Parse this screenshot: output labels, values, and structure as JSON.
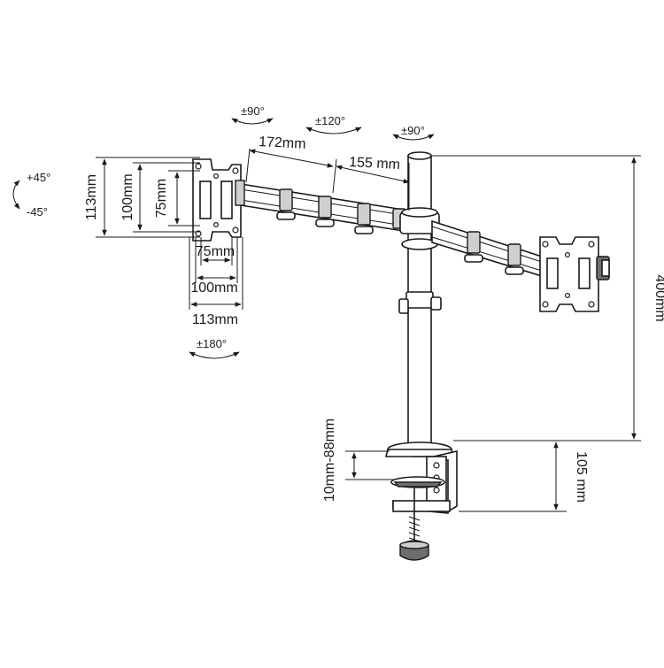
{
  "dimensions": {
    "arm_segment_1": "172mm",
    "arm_segment_2": "155 mm",
    "pole_height": "400mm",
    "clamp_height": "105 mm",
    "desk_thickness": "10mm-88mm",
    "vesa_height_113": "113mm",
    "vesa_height_100": "100mm",
    "vesa_height_75": "75mm",
    "vesa_width_75": "75mm",
    "vesa_width_100": "100mm",
    "vesa_width_113": "113mm"
  },
  "rotations": {
    "tilt_up": "+45°",
    "tilt_down": "-45°",
    "swivel_left_joint": "±90°",
    "swivel_mid_joint": "±120°",
    "swivel_pole_joint": "±90°",
    "rotation_plate": "±180°"
  }
}
